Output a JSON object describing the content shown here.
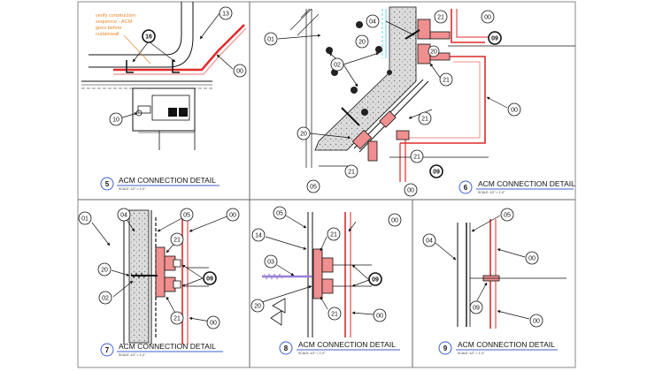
{
  "sheet": {
    "colors": {
      "line": "#111111",
      "panel": "#e02a2a",
      "panel_fill": "#ef8f8f",
      "insulation": "#cfcfcf",
      "cyan": "#44c8e8",
      "purple": "#9a7fd6",
      "note": "#e8892b",
      "title_blue": "#3d5fd0"
    },
    "note": {
      "lines": [
        "verify construction",
        "sequence - ACM",
        "goes before",
        "curtainwall"
      ]
    },
    "details": [
      {
        "number": "5",
        "title": "ACM CONNECTION DETAIL",
        "scale": "SCALE: 1/2\" = 1'-0\"",
        "tags": [
          "13",
          "16",
          "00",
          "10"
        ]
      },
      {
        "number": "6",
        "title": "ACM CONNECTION DETAIL",
        "scale": "SCALE: 1/2\" = 1'-0\"",
        "tags": [
          "01",
          "04",
          "20",
          "21",
          "00",
          "09",
          "02",
          "21",
          "21",
          "00",
          "20",
          "21",
          "21",
          "09",
          "05",
          "00",
          "20"
        ]
      },
      {
        "number": "7",
        "title": "ACM CONNECTION DETAIL",
        "scale": "SCALE: 1/2\" = 1'-0\"",
        "tags": [
          "01",
          "04",
          "05",
          "00",
          "21",
          "20",
          "02",
          "09",
          "21",
          "00"
        ]
      },
      {
        "number": "8",
        "title": "ACM CONNECTION DETAIL",
        "scale": "SCALE: 1/2\" = 1'-0\"",
        "tags": [
          "05",
          "00",
          "14",
          "21",
          "03",
          "09",
          "20",
          "21",
          "00"
        ]
      },
      {
        "number": "9",
        "title": "ACM CONNECTION DETAIL",
        "scale": "SCALE: 1/2\" = 1'-0\"",
        "tags": [
          "04",
          "05",
          "00",
          "09",
          "00"
        ]
      }
    ]
  }
}
